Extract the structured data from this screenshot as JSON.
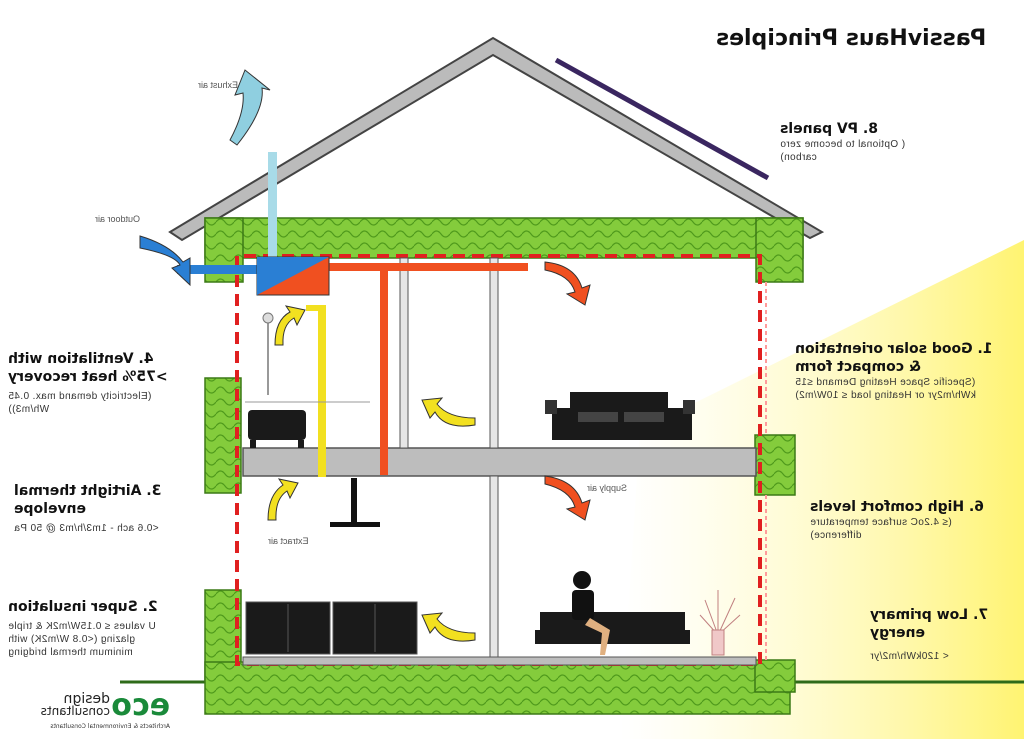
{
  "title": "PassivHaus Principles",
  "labels": {
    "exhaust_air_top": "Exhust air",
    "outdoor_air": "Outdoor air",
    "supply_air": "Supply air",
    "extract_air": "Extract air"
  },
  "principles": [
    {
      "key": "p8",
      "heading": "8. PV panels",
      "detail": "( Optional to become zero carbon)"
    },
    {
      "key": "p1",
      "heading": "1. Good solar orientation & compact form",
      "detail": "(Specific Space Heating Demand ≤15 kWh/m2yr  or Heating load    ≤ 10W/m2)"
    },
    {
      "key": "p6",
      "heading": "6. High comfort levels",
      "detail": "(≤ 4.2oC surface temperature difference)"
    },
    {
      "key": "p7",
      "heading": "7. Low primary energy",
      "detail": "< 120kWh/m2/yr"
    },
    {
      "key": "p4",
      "heading": "4. Ventilation with >75% heat recovery",
      "detail": "(Electricity demand max. 0.45 Wh/m3))"
    },
    {
      "key": "p3",
      "heading": "3. Airtight thermal envelope",
      "detail": "<0.6 ach - 1m3/h/m3 @ 50 Pa"
    },
    {
      "key": "p2",
      "heading": "2. Super insulation",
      "detail": "U values ≤ 0.15W/m2K & triple glazing (<0.8 W/m2K) with minimum thermal bridging"
    }
  ],
  "logo": {
    "eco": "eco",
    "design": "design",
    "consultants": "consultants",
    "tagline": "Architects & Environmental Consultants"
  },
  "colors": {
    "insulation": "#7dc93a",
    "airtight": "#e02020",
    "supply_duct": "#f05020",
    "extract_duct": "#f2e020",
    "intake_duct": "#2a7fd4",
    "sun": "#fff8a0"
  }
}
